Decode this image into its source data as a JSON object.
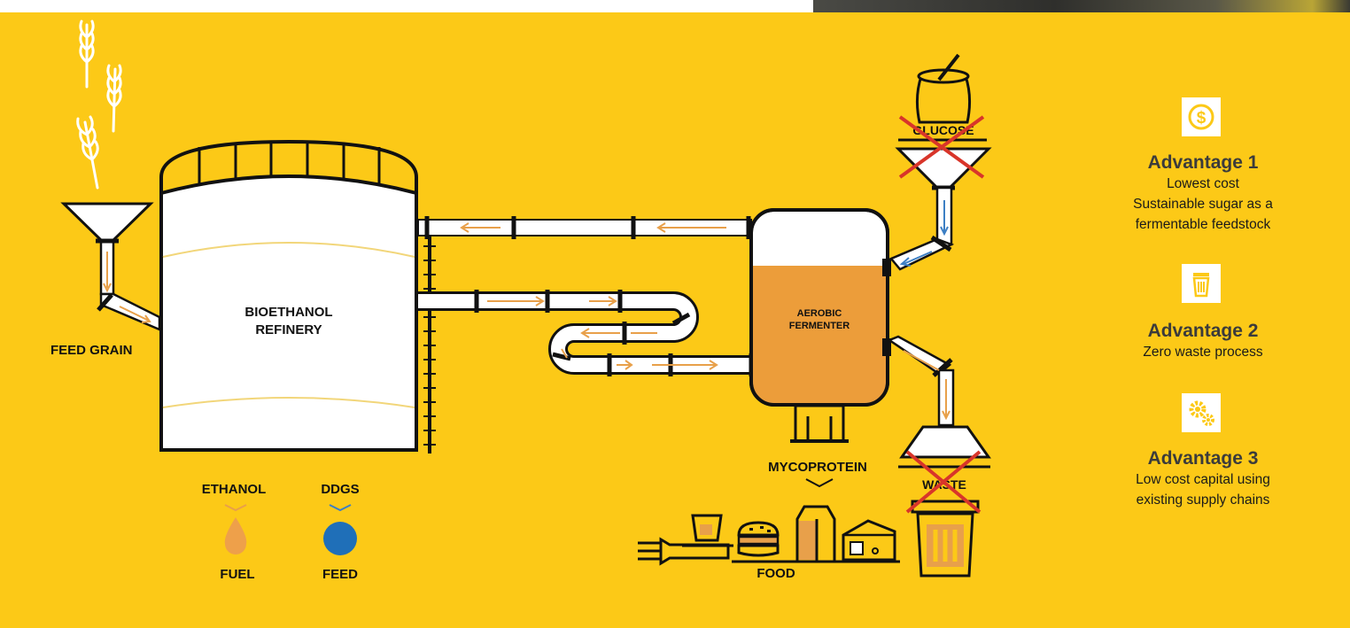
{
  "labels": {
    "feed_grain": "FEED GRAIN",
    "refinery_line1": "BIOETHANOL",
    "refinery_line2": "REFINERY",
    "ethanol": "ETHANOL",
    "ddgs": "DDGS",
    "fuel": "FUEL",
    "feed": "FEED",
    "fermenter_line1": "AEROBIC",
    "fermenter_line2": "FERMENTER",
    "glucose": "GLUCOSE",
    "mycoprotein": "MYCOPROTEIN",
    "food": "FOOD",
    "waste": "WASTE"
  },
  "advantages": [
    {
      "icon": "dollar-icon",
      "title": "Advantage 1",
      "lines": [
        "Lowest cost",
        "Sustainable sugar  as a",
        "fermentable feedstock"
      ]
    },
    {
      "icon": "trash-bin-icon",
      "title": "Advantage 2",
      "lines": [
        "Zero waste process"
      ]
    },
    {
      "icon": "gears-icon",
      "title": "Advantage 3",
      "lines": [
        "Low cost capital using",
        "existing supply chains"
      ]
    }
  ],
  "colors": {
    "background": "#fcc917",
    "outline": "#111111",
    "fermenter_liquid": "#ec9d3a",
    "flow_arrow": "#e8a04a",
    "glucose_arrow": "#3d7fc4",
    "feed_drop": "#1f6fb8",
    "fuel_drop": "#eea04a",
    "cross": "#d8352a"
  }
}
